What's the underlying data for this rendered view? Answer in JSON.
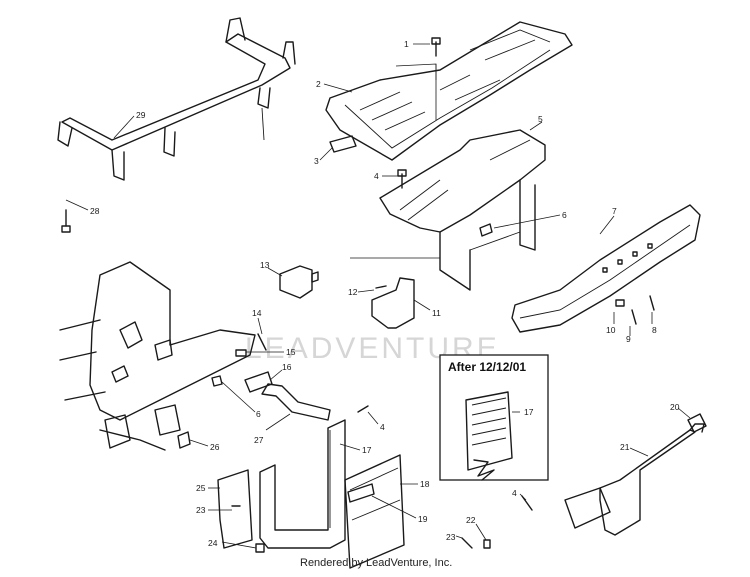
{
  "watermark": "LEADVENTURE",
  "inset": {
    "title": "After 12/12/01",
    "callout": "17"
  },
  "footer": "Rendered by LeadVenture, Inc.",
  "callouts": [
    "1",
    "2",
    "3",
    "4",
    "5",
    "6",
    "7",
    "8",
    "9",
    "10",
    "11",
    "12",
    "13",
    "14",
    "15",
    "16",
    "6",
    "4",
    "17",
    "18",
    "19",
    "20",
    "21",
    "22",
    "23",
    "24",
    "25",
    "26",
    "27",
    "28",
    "29",
    "4",
    "23"
  ]
}
